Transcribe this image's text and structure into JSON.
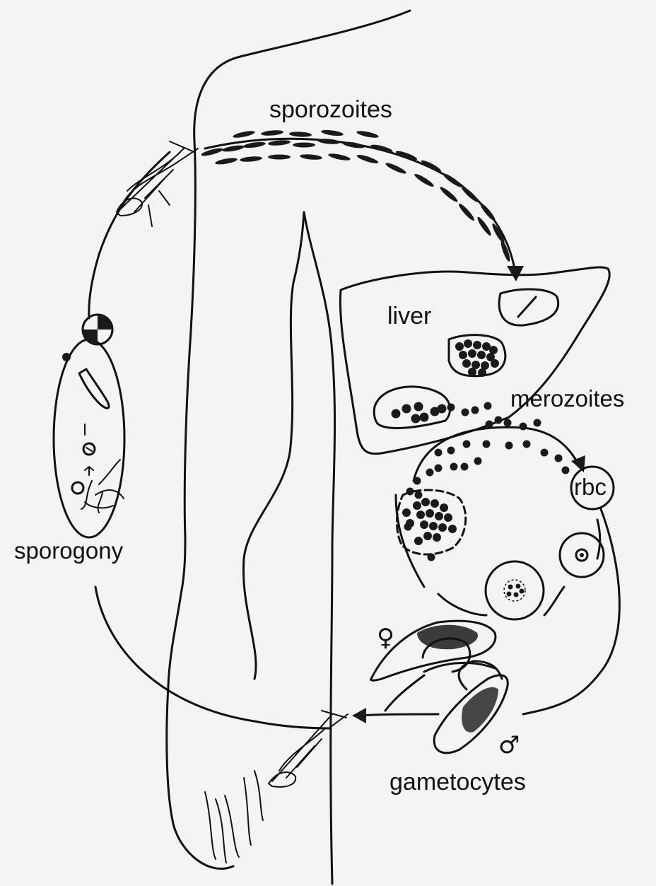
{
  "labels": {
    "sporozoites": "sporozoites",
    "liver": "liver",
    "merozoites": "merozoites",
    "rbc": "rbc",
    "sporogony": "sporogony",
    "gametocytes": "gametocytes",
    "female_symbol": "♀",
    "male_symbol": "♂"
  }
}
